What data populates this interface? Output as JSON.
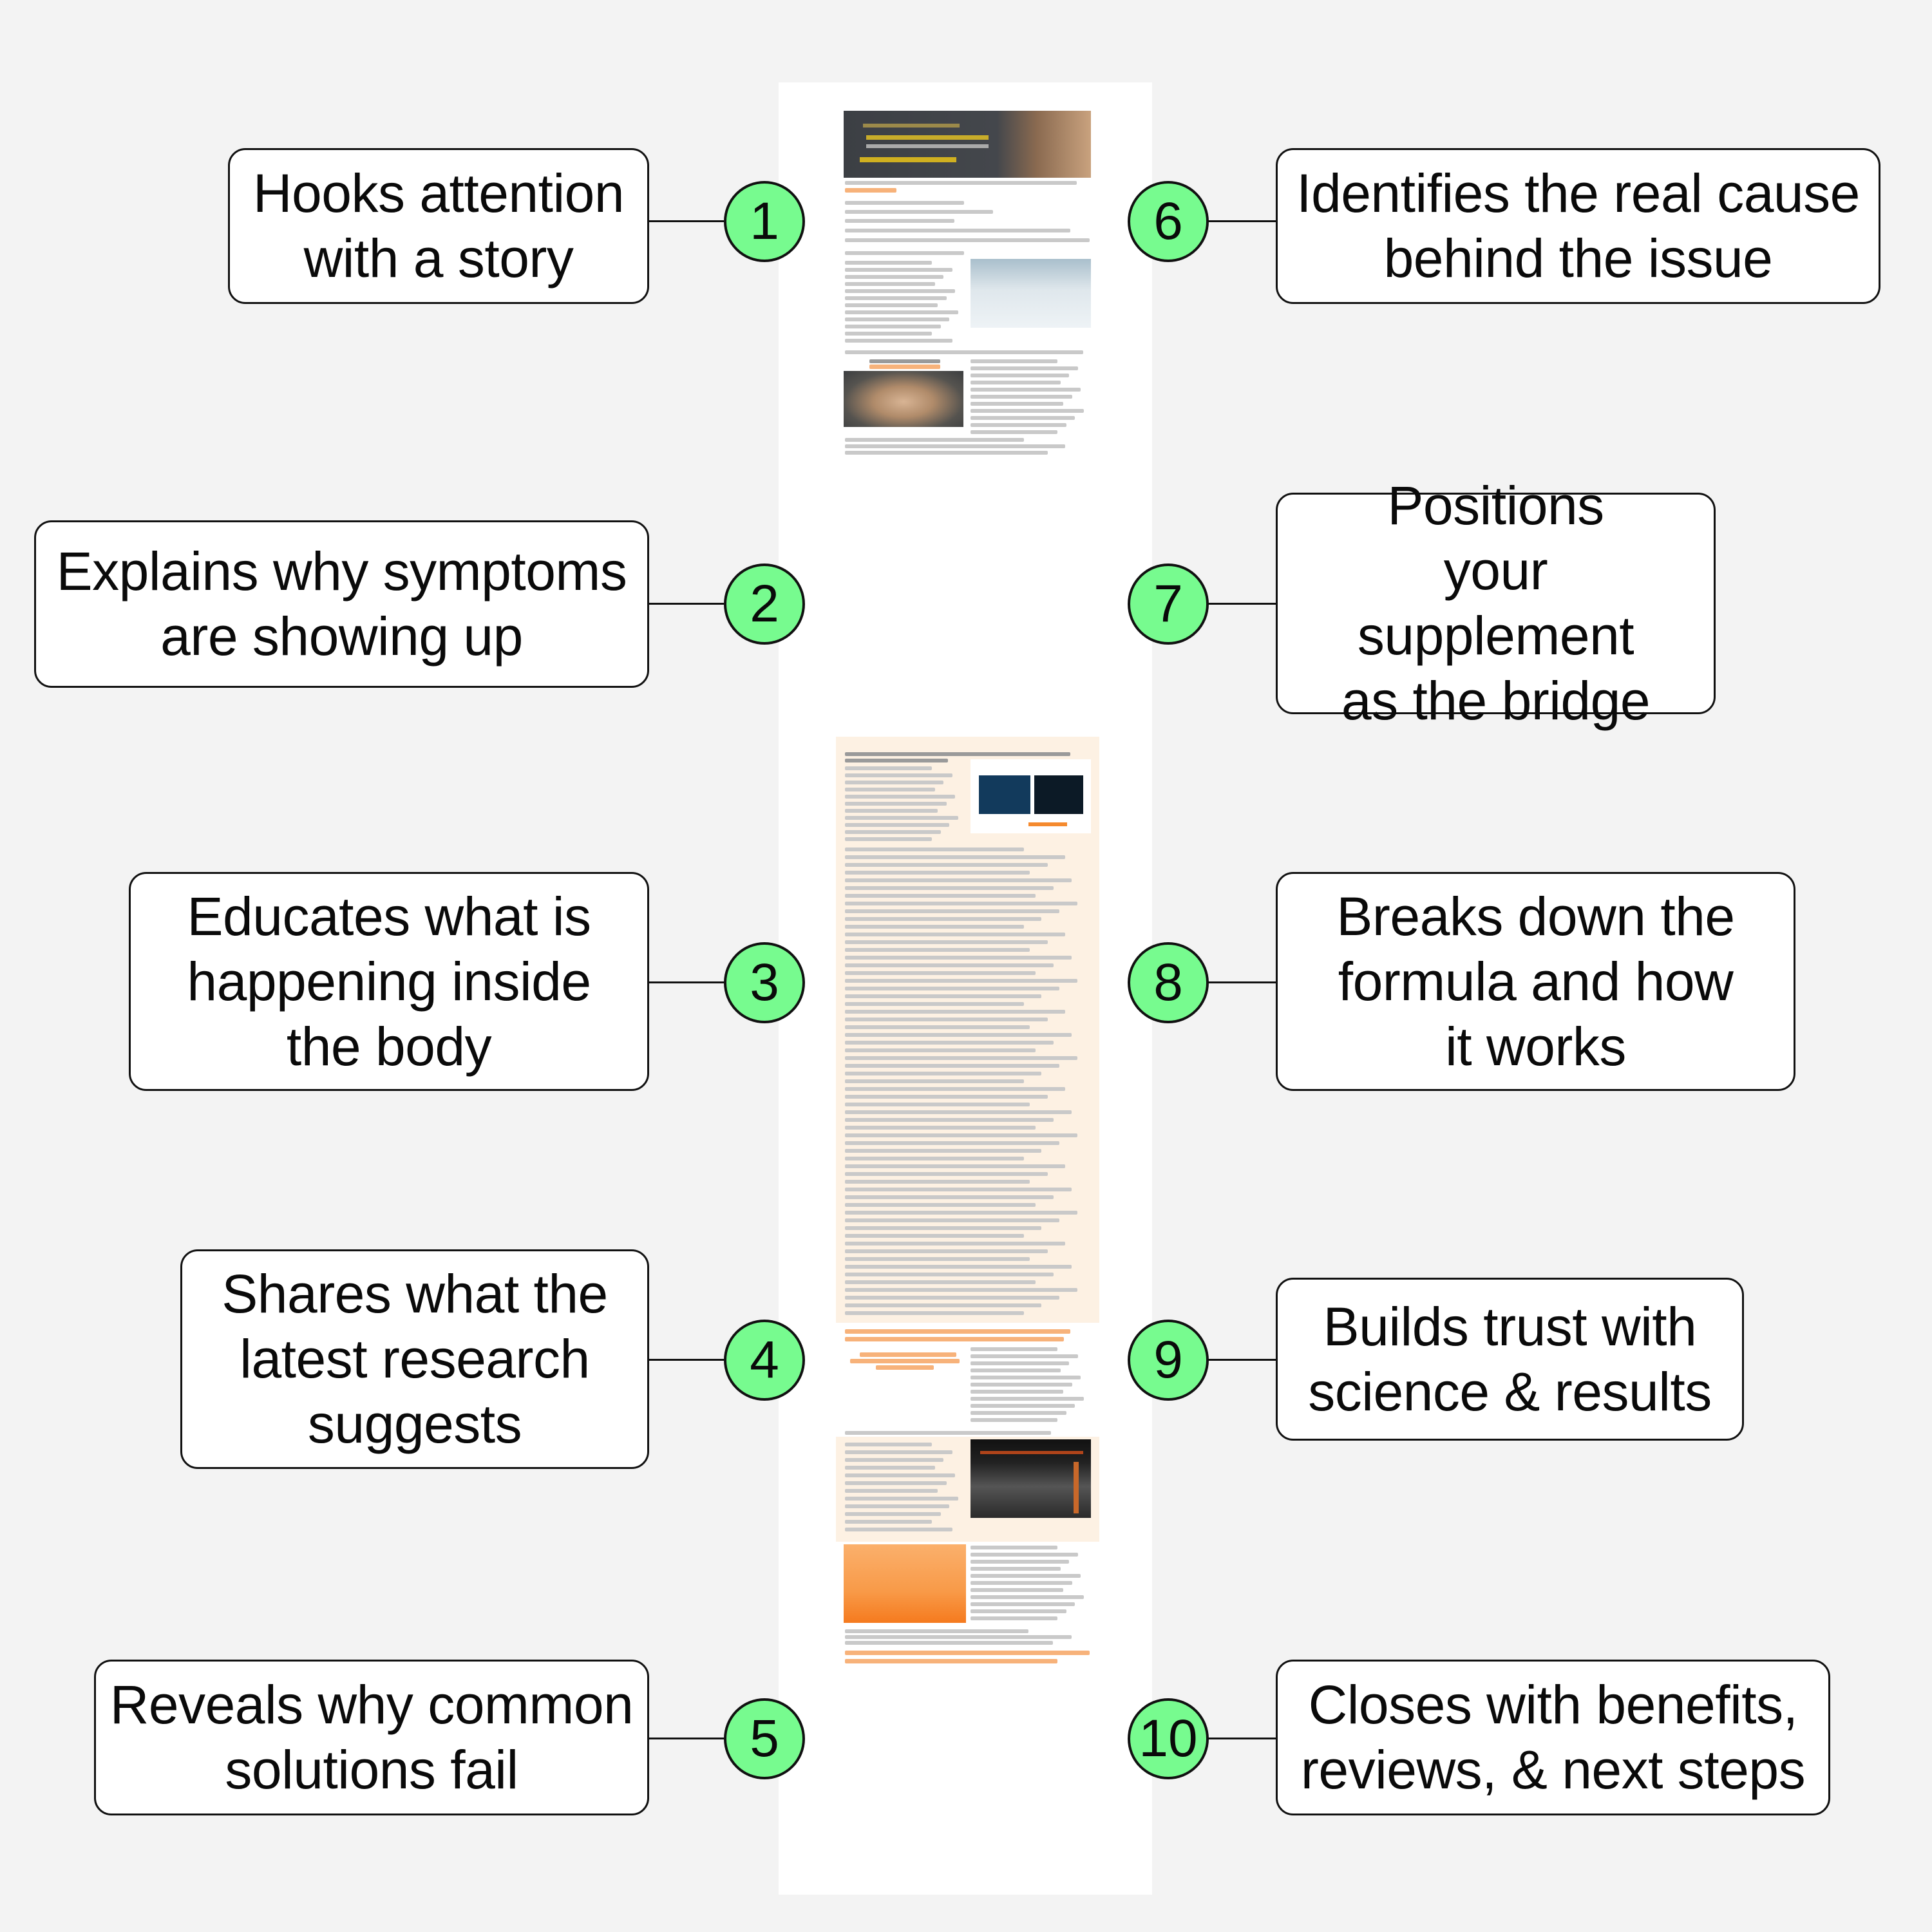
{
  "steps": [
    {
      "number": "1",
      "text": "Hooks attention with a story"
    },
    {
      "number": "2",
      "text": "Explains why symptoms are showing up"
    },
    {
      "number": "3",
      "text": "Educates what is happening inside the body"
    },
    {
      "number": "4",
      "text": "Shares what the latest research suggests"
    },
    {
      "number": "5",
      "text": "Reveals why common solutions fail"
    },
    {
      "number": "6",
      "text": "Identifies the real cause behind the issue"
    },
    {
      "number": "7",
      "text": "Positions your supplement as the bridge"
    },
    {
      "number": "8",
      "text": "Breaks down the formula and how it works"
    },
    {
      "number": "9",
      "text": "Builds trust with science & results"
    },
    {
      "number": "10",
      "text": "Closes with benefits, reviews, & next steps"
    }
  ],
  "colors": {
    "circle": "#77fb8f",
    "accent": "#f58a2e",
    "peach": "#fdf1e3",
    "background": "#f3f3f3"
  }
}
